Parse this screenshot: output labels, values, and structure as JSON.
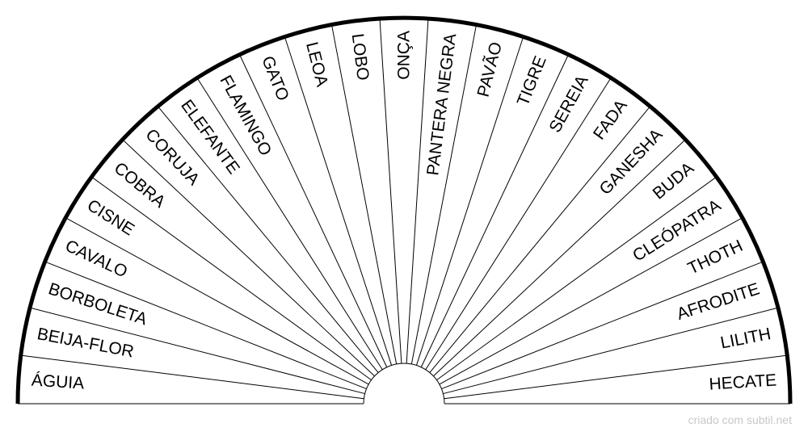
{
  "diagram": {
    "labels": [
      "ÁGUIA",
      "BEIJA-FLOR",
      "BORBOLETA",
      "CAVALO",
      "CISNE",
      "COBRA",
      "CORUJA",
      "ELEFANTE",
      "FLAMINGO",
      "GATO",
      "LEOA",
      "LOBO",
      "ONÇA",
      "PANTERA NEGRA",
      "PAVÃO",
      "TIGRE",
      "SEREIA",
      "FADA",
      "GANESHA",
      "BUDA",
      "CLEÓPATRA",
      "THOTH",
      "AFRODITE",
      "LILITH",
      "HECATE"
    ],
    "stroke_color": "#000000"
  },
  "footer": {
    "text": "criado com subtil.net"
  }
}
